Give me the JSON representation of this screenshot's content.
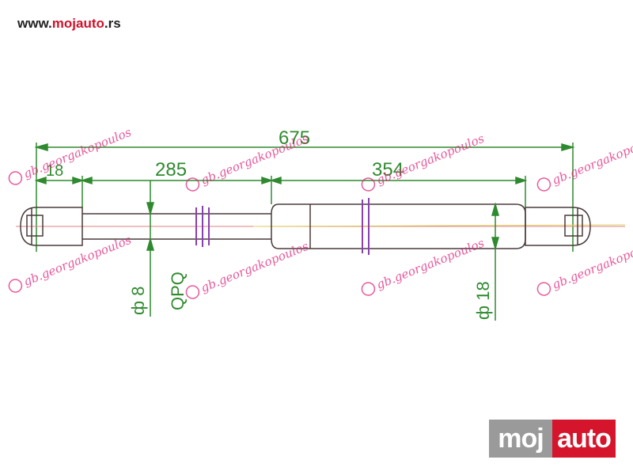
{
  "header": {
    "url_prefix": "www.",
    "url_brand": "mojauto",
    "url_suffix": ".rs"
  },
  "dimensions": {
    "overall_length": "675",
    "rod_length": "285",
    "cylinder_length": "354",
    "end_fitting": "18",
    "rod_diameter": "ф 8",
    "rod_material": "QPQ",
    "cylinder_diameter": "ф 18"
  },
  "watermark": {
    "text": "gb.georgakopoulos"
  },
  "logo": {
    "part_a": "moj",
    "part_b": "auto"
  },
  "colors": {
    "dimension_green": "#2f8a2f",
    "outline_dark": "#4a3a3a",
    "collar_purple": "#8a3fb0",
    "watermark_magenta": "#e0207a",
    "brand_red": "#d5152b",
    "brand_gray": "#9a9a9a"
  }
}
